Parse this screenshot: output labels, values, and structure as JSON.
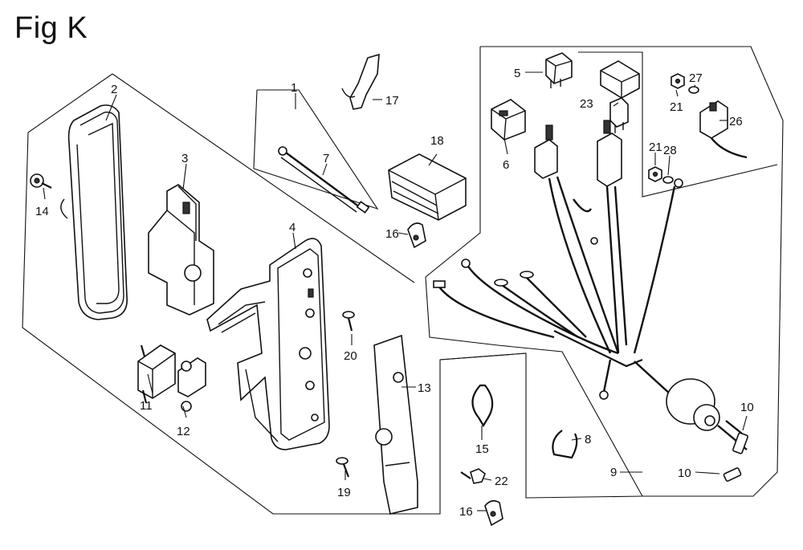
{
  "figure": {
    "title": "Fig K"
  },
  "callouts": {
    "c1": "1",
    "c2": "2",
    "c3": "3",
    "c4": "4",
    "c5": "5",
    "c6": "6",
    "c7": "7",
    "c8": "8",
    "c9": "9",
    "c10a": "10",
    "c10b": "10",
    "c11": "11",
    "c12": "12",
    "c13": "13",
    "c14": "14",
    "c15": "15",
    "c16a": "16",
    "c16b": "16",
    "c17": "17",
    "c18": "18",
    "c19": "19",
    "c20": "20",
    "c21a": "21",
    "c21b": "21",
    "c22": "22",
    "c23": "23",
    "c26": "26",
    "c27": "27",
    "c28": "28"
  }
}
